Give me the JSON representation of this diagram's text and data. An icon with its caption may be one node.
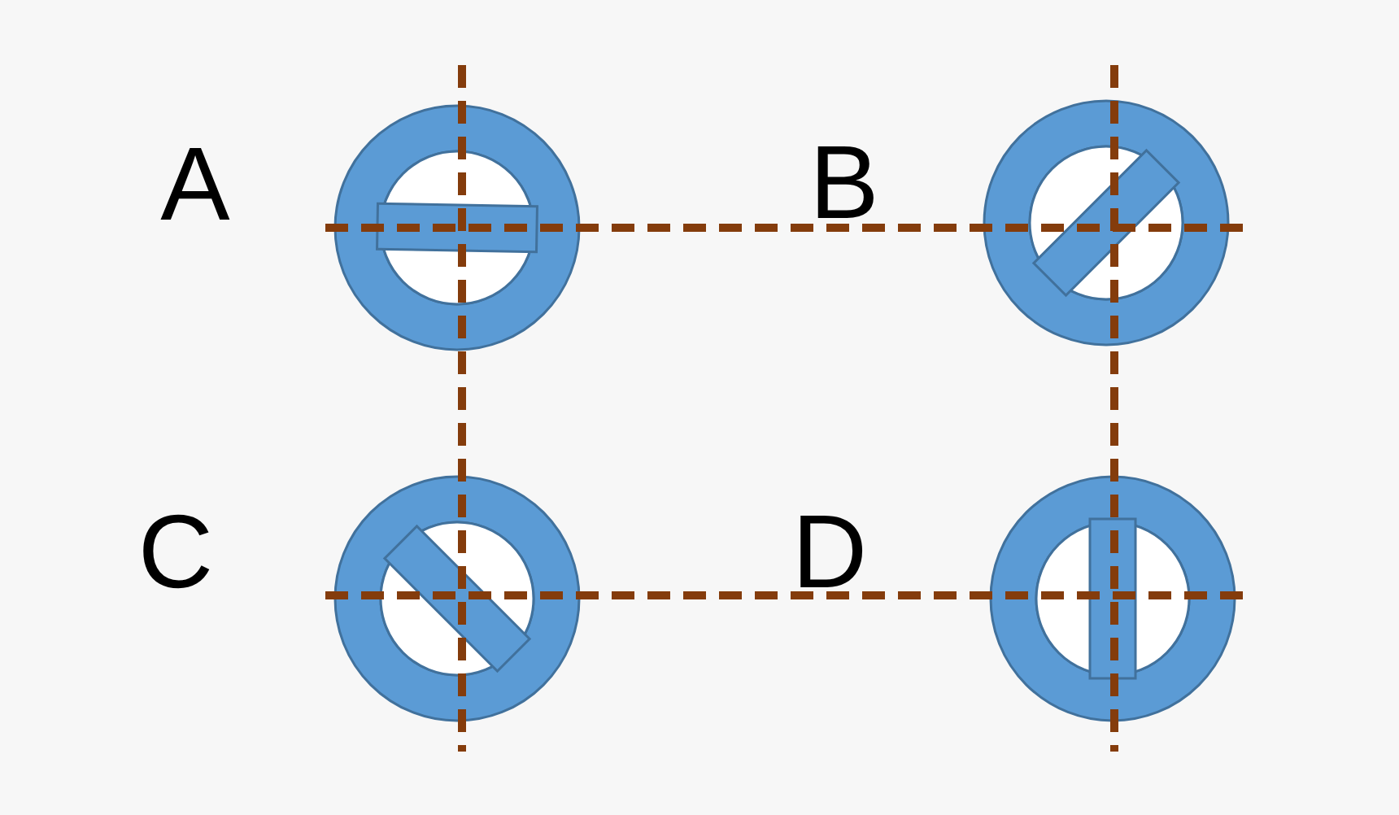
{
  "diagram": {
    "labels": [
      "A",
      "B",
      "C",
      "D"
    ]
  }
}
